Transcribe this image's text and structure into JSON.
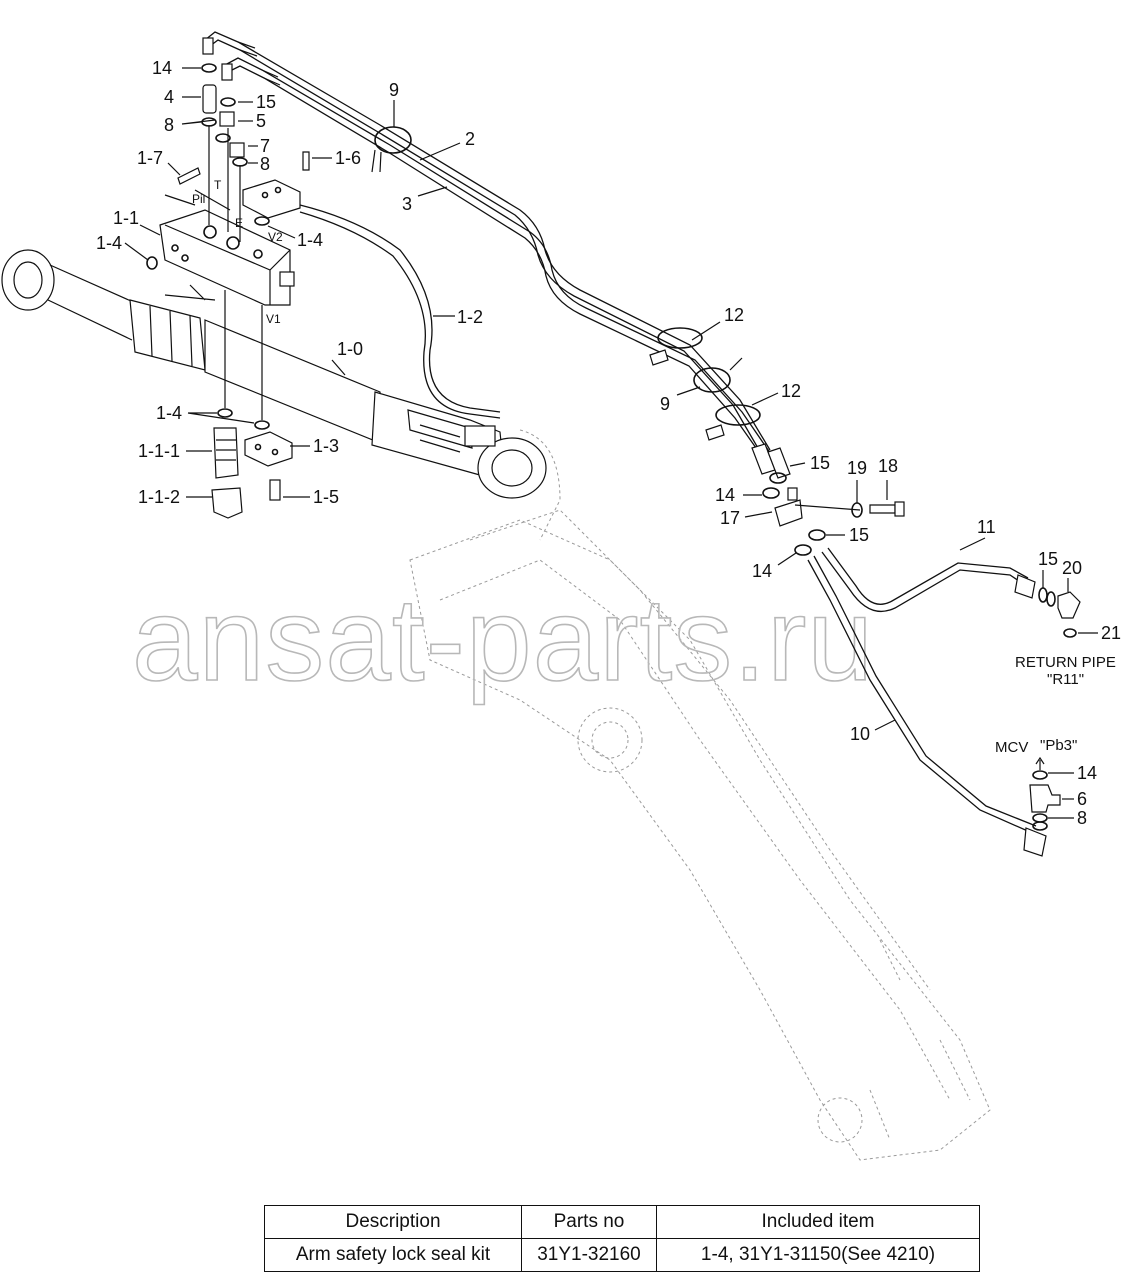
{
  "watermark": "ansat-parts.ru",
  "labels": {
    "l14a": "14",
    "l4": "4",
    "l15a": "15",
    "l8a": "8",
    "l5": "5",
    "l7": "7",
    "l8b": "8",
    "l16": "1-6",
    "l17": "1-7",
    "l11": "1-1",
    "l14left": "1-4",
    "l14right": "1-4",
    "lPil": "Pil",
    "lT": "T",
    "lE": "E",
    "lV2": "V2",
    "lV1": "V1",
    "l12pipe": "1-2",
    "l10": "1-0",
    "l14b": "1-4",
    "l111": "1-1-1",
    "l112": "1-1-2",
    "l13": "1-3",
    "l15b": "1-5",
    "l9a": "9",
    "l2": "2",
    "l3": "3",
    "l12a": "12",
    "l9b": "9",
    "l12b": "12",
    "l15c": "15",
    "l19": "19",
    "l18": "18",
    "l14c": "14",
    "l17b": "17",
    "l15d": "15",
    "l14d": "14",
    "l11b": "11",
    "l15e": "15",
    "l20": "20",
    "l21": "21",
    "return1": "RETURN PIPE",
    "return2": "\"R11\"",
    "l10b": "10",
    "mcv": "MCV",
    "pb3": "\"Pb3\"",
    "l14e": "14",
    "l6": "6",
    "l8c": "8"
  },
  "table": {
    "headers": [
      "Description",
      "Parts no",
      "Included item"
    ],
    "rows": [
      [
        "Arm safety lock seal kit",
        "31Y1-32160",
        "1-4, 31Y1-31150(See 4210)"
      ]
    ]
  }
}
